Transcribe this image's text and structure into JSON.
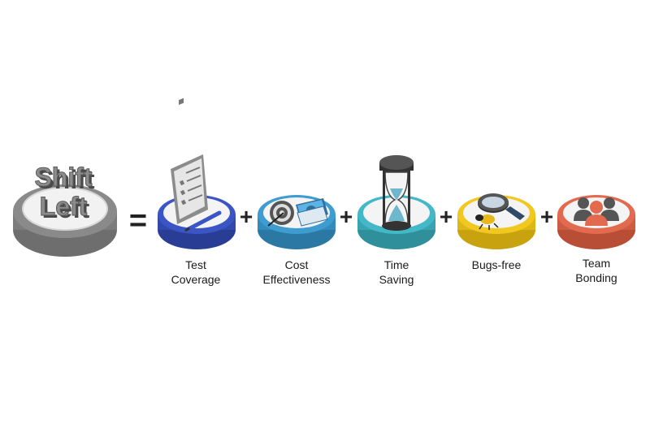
{
  "title": {
    "line1": "Shift",
    "line2": "Left"
  },
  "operators": {
    "equals": "=",
    "plus": "+"
  },
  "items": [
    {
      "label_line1": "Test",
      "label_line2": "Coverage",
      "icon": "checklist-pen-icon",
      "color": "#3c55c4",
      "color_dark": "#2a3d95"
    },
    {
      "label_line1": "Cost",
      "label_line2": "Effectiveness",
      "icon": "target-money-icon",
      "color": "#3e9cd0",
      "color_dark": "#2c78a4"
    },
    {
      "label_line1": "Time",
      "label_line2": "Saving",
      "icon": "hourglass-icon",
      "color": "#43b8c6",
      "color_dark": "#2f909c"
    },
    {
      "label_line1": "Bugs-free",
      "label_line2": "",
      "icon": "bug-magnifier-icon",
      "color": "#f1c81f",
      "color_dark": "#c9a30f"
    },
    {
      "label_line1": "Team",
      "label_line2": "Bonding",
      "icon": "team-icon",
      "color": "#e26a4e",
      "color_dark": "#b84e36"
    }
  ],
  "colors": {
    "shift_left_platform": "#8a8a8a",
    "shift_left_top": "#ececec",
    "text_3d": "#7a7a7a"
  }
}
